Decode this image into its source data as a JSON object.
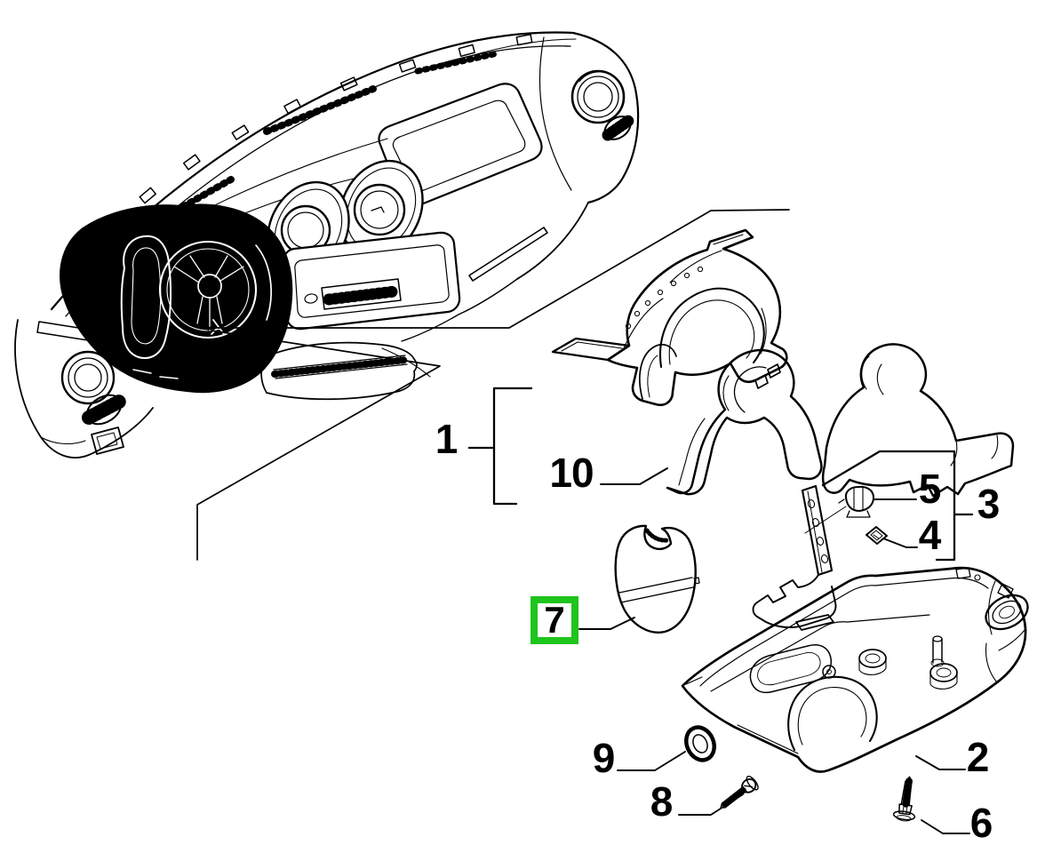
{
  "colors": {
    "highlight": "#1fc41c",
    "line": "#000000",
    "label": "#000000",
    "bg": "#ffffff"
  },
  "callouts": [
    {
      "id": "1",
      "text": "1",
      "highlighted": false
    },
    {
      "id": "10",
      "text": "10",
      "highlighted": false
    },
    {
      "id": "5",
      "text": "5",
      "highlighted": false
    },
    {
      "id": "3",
      "text": "3",
      "highlighted": false
    },
    {
      "id": "4",
      "text": "4",
      "highlighted": false
    },
    {
      "id": "7",
      "text": "7",
      "highlighted": true
    },
    {
      "id": "2",
      "text": "2",
      "highlighted": false
    },
    {
      "id": "9",
      "text": "9",
      "highlighted": false
    },
    {
      "id": "8",
      "text": "8",
      "highlighted": false
    },
    {
      "id": "6",
      "text": "6",
      "highlighted": false
    }
  ]
}
